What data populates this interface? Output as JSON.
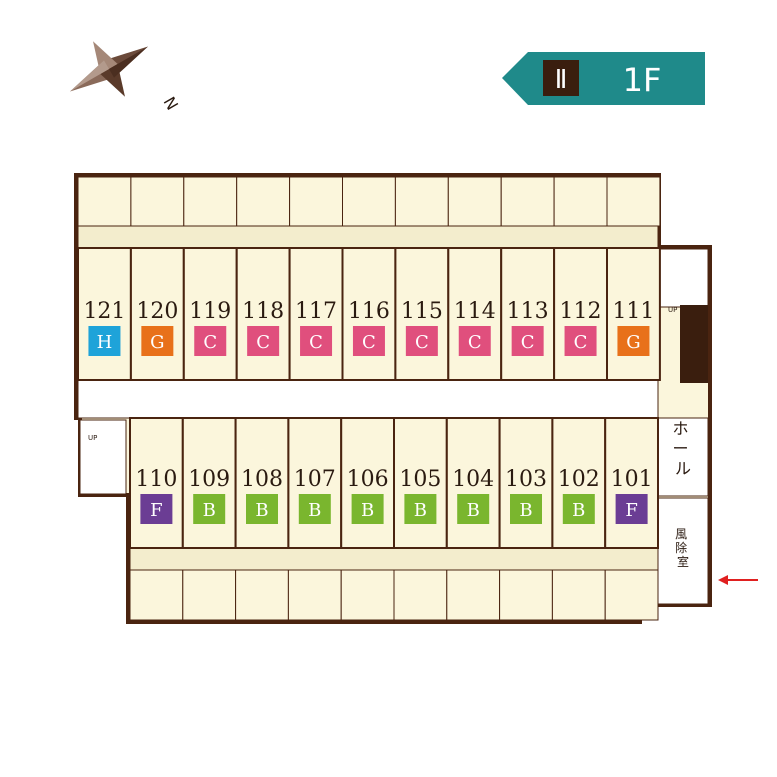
{
  "building": {
    "roman": "Ⅱ",
    "floor": "1F"
  },
  "compass": {
    "label": "N"
  },
  "hall": {
    "label": "ホール"
  },
  "windbreak": {
    "label": "風除室"
  },
  "stairs": {
    "top_right": "UP",
    "left": "UP"
  },
  "colors": {
    "H": "#1ea3d9",
    "G": "#e8711a",
    "C": "#e04f7d",
    "F": "#6b3d94",
    "B": "#7ab62e",
    "wall": "#4a2410",
    "room": "#fbf6dc",
    "teal": "#1f8a8a"
  },
  "rooms_top": [
    {
      "num": "121",
      "type": "H"
    },
    {
      "num": "120",
      "type": "G"
    },
    {
      "num": "119",
      "type": "C"
    },
    {
      "num": "118",
      "type": "C"
    },
    {
      "num": "117",
      "type": "C"
    },
    {
      "num": "116",
      "type": "C"
    },
    {
      "num": "115",
      "type": "C"
    },
    {
      "num": "114",
      "type": "C"
    },
    {
      "num": "113",
      "type": "C"
    },
    {
      "num": "112",
      "type": "C"
    },
    {
      "num": "111",
      "type": "G"
    }
  ],
  "rooms_bottom": [
    {
      "num": "110",
      "type": "F"
    },
    {
      "num": "109",
      "type": "B"
    },
    {
      "num": "108",
      "type": "B"
    },
    {
      "num": "107",
      "type": "B"
    },
    {
      "num": "106",
      "type": "B"
    },
    {
      "num": "105",
      "type": "B"
    },
    {
      "num": "104",
      "type": "B"
    },
    {
      "num": "103",
      "type": "B"
    },
    {
      "num": "102",
      "type": "B"
    },
    {
      "num": "101",
      "type": "F"
    }
  ]
}
